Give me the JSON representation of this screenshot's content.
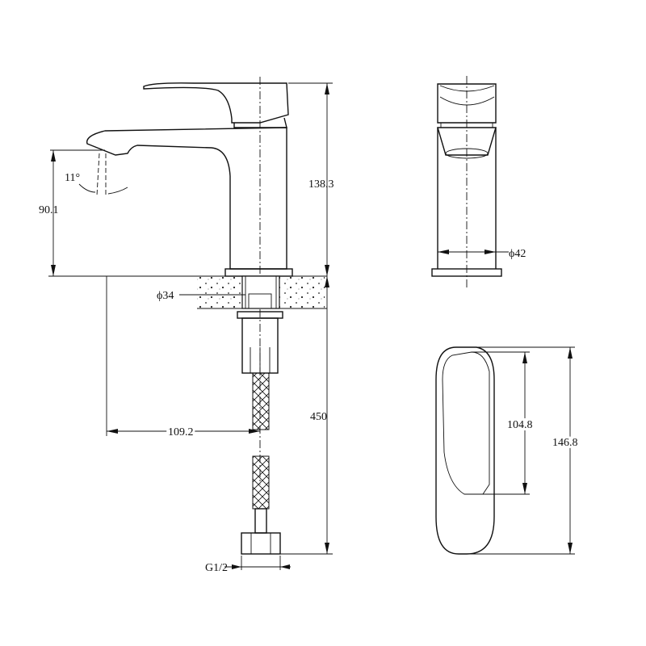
{
  "drawing": {
    "dimensions": {
      "total_height": "138.3",
      "spout_height": "90.1",
      "spout_angle": "11°",
      "hole_diameter": "ϕ34",
      "body_diameter": "ϕ42",
      "hose_length": "450",
      "spout_reach": "109.2",
      "connector": "G1/2",
      "handle_inner": "104.8",
      "handle_length": "146.8"
    }
  }
}
